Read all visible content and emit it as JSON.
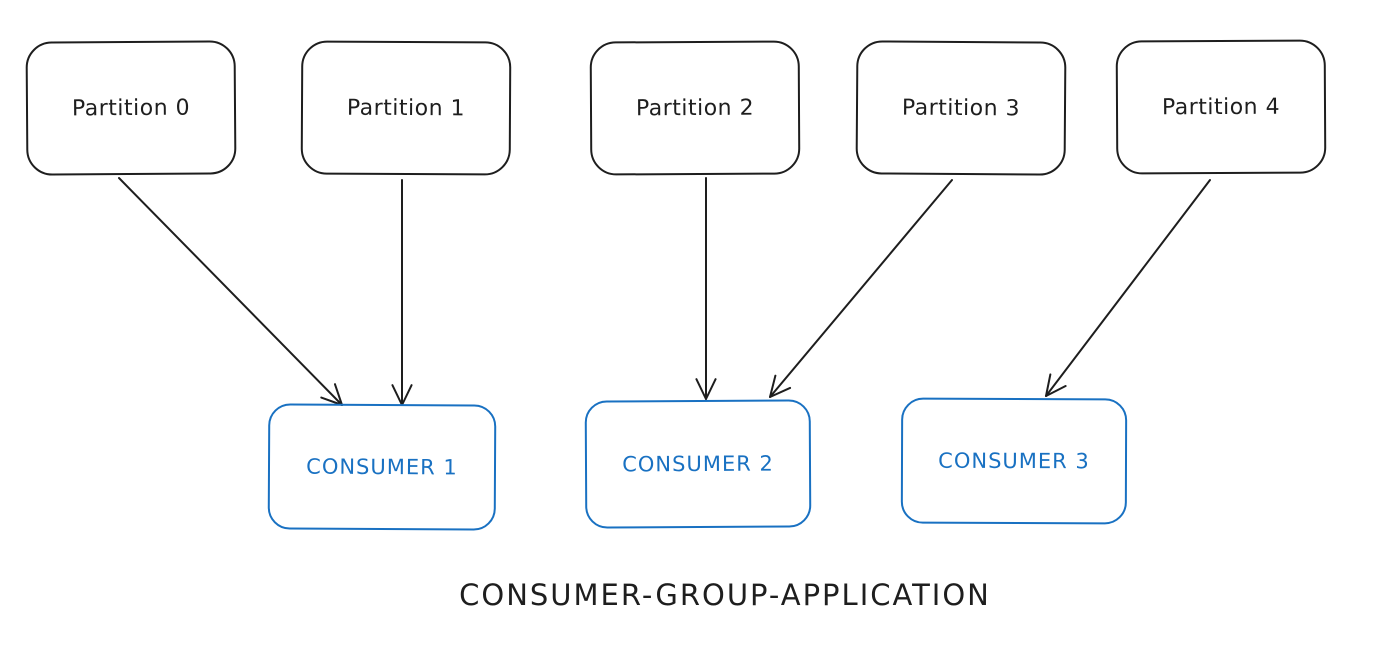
{
  "diagram": {
    "partitions": [
      {
        "id": "p0",
        "label": "Partition 0"
      },
      {
        "id": "p1",
        "label": "Partition 1"
      },
      {
        "id": "p2",
        "label": "Partition 2"
      },
      {
        "id": "p3",
        "label": "Partition 3"
      },
      {
        "id": "p4",
        "label": "Partition 4"
      }
    ],
    "consumers": [
      {
        "id": "c1",
        "label": "CONSUMER 1"
      },
      {
        "id": "c2",
        "label": "CONSUMER 2"
      },
      {
        "id": "c3",
        "label": "CONSUMER 3"
      }
    ],
    "edges": [
      {
        "from": "p0",
        "to": "c1"
      },
      {
        "from": "p1",
        "to": "c1"
      },
      {
        "from": "p2",
        "to": "c2"
      },
      {
        "from": "p3",
        "to": "c2"
      },
      {
        "from": "p4",
        "to": "c3"
      }
    ],
    "group_label": "CONSUMER-GROUP-APPLICATION",
    "colors": {
      "partition_stroke": "#1e1e1e",
      "consumer_stroke": "#1971c2",
      "arrow": "#1e1e1e",
      "background": "#ffffff"
    }
  }
}
